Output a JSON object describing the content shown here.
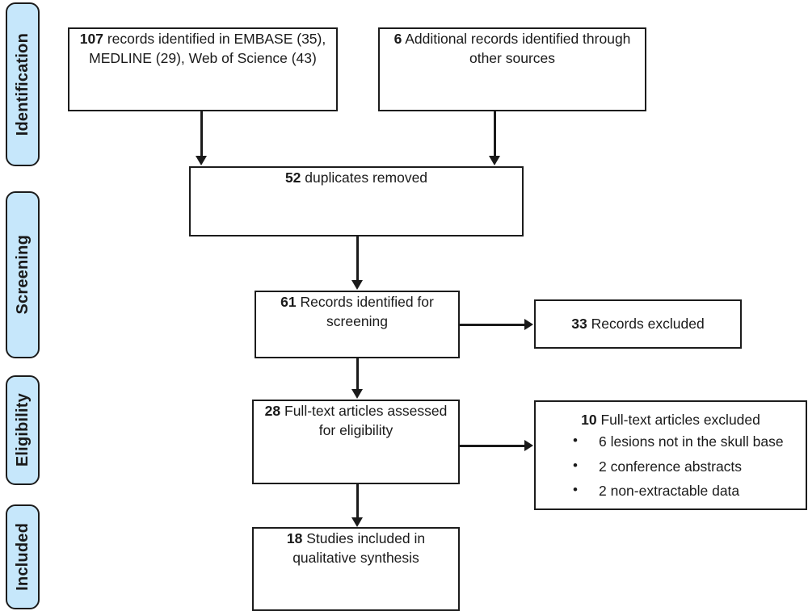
{
  "diagram": {
    "title": "PRISMA study selection flow diagram",
    "type": "prisma-flow",
    "colors": {
      "stage_pill_fill": "#c6e7fb",
      "stroke": "#1c1c1c",
      "box_fill": "#ffffff",
      "text": "#1a1a1a"
    }
  },
  "stages": [
    {
      "label": "Identification"
    },
    {
      "label": "Screening"
    },
    {
      "label": "Eligibility"
    },
    {
      "label": "Included"
    }
  ],
  "boxes": {
    "records_identified": {
      "count": "107",
      "text": " records identified in EMBASE (35), MEDLINE (29), Web of Science (43)"
    },
    "additional_records": {
      "count": "6",
      "text": " Additional records identified through other sources"
    },
    "duplicates_removed": {
      "count": "52",
      "text": " duplicates removed"
    },
    "records_screening": {
      "count": "61",
      "text": " Records identified for screening"
    },
    "records_excluded": {
      "count": "33",
      "text": " Records excluded"
    },
    "fulltext_assessed": {
      "count": "28",
      "text": " Full-text articles assessed for eligibility"
    },
    "fulltext_excluded": {
      "count": "10",
      "title": " Full-text articles excluded",
      "reasons": [
        "6 lesions not in the skull base",
        "2 conference abstracts",
        "2 non-extractable data"
      ],
      "bullet": "•"
    },
    "studies_included": {
      "count": "18",
      "text": " Studies included in qualitative synthesis"
    }
  },
  "chart_data": {
    "type": "diagram",
    "title": "PRISMA flow diagram",
    "nodes": [
      {
        "id": "records_identified",
        "stage": "Identification",
        "value": 107,
        "label": "107 records identified in EMBASE (35), MEDLINE (29), Web of Science (43)"
      },
      {
        "id": "additional_records",
        "stage": "Identification",
        "value": 6,
        "label": "6 Additional records identified through other sources"
      },
      {
        "id": "duplicates_removed",
        "stage": "Screening",
        "value": 52,
        "label": "52 duplicates removed"
      },
      {
        "id": "records_screening",
        "stage": "Screening",
        "value": 61,
        "label": "61 Records identified for screening"
      },
      {
        "id": "records_excluded",
        "stage": "Screening",
        "value": 33,
        "label": "33 Records excluded"
      },
      {
        "id": "fulltext_assessed",
        "stage": "Eligibility",
        "value": 28,
        "label": "28 Full-text articles assessed for eligibility"
      },
      {
        "id": "fulltext_excluded",
        "stage": "Eligibility",
        "value": 10,
        "label": "10 Full-text articles excluded"
      },
      {
        "id": "studies_included",
        "stage": "Included",
        "value": 18,
        "label": "18 Studies included in qualitative synthesis"
      }
    ],
    "edges": [
      {
        "from": "records_identified",
        "to": "duplicates_removed"
      },
      {
        "from": "additional_records",
        "to": "duplicates_removed"
      },
      {
        "from": "duplicates_removed",
        "to": "records_screening"
      },
      {
        "from": "records_screening",
        "to": "records_excluded"
      },
      {
        "from": "records_screening",
        "to": "fulltext_assessed"
      },
      {
        "from": "fulltext_assessed",
        "to": "fulltext_excluded"
      },
      {
        "from": "fulltext_assessed",
        "to": "studies_included"
      }
    ],
    "exclusion_reasons": [
      {
        "reason": "lesions not in the skull base",
        "count": 6
      },
      {
        "reason": "conference abstracts",
        "count": 2
      },
      {
        "reason": "non-extractable data",
        "count": 2
      }
    ]
  }
}
